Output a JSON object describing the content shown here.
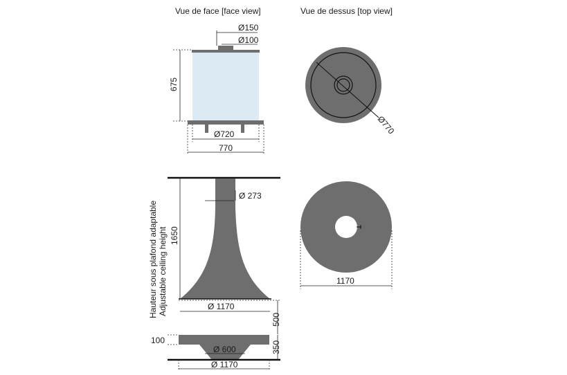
{
  "titles": {
    "front": "Vue de face [face view]",
    "top": "Vue de dessus [top view]"
  },
  "front_view": {
    "dim_pipe_outer": "Ø150",
    "dim_pipe_inner": "Ø100",
    "dim_height": "675",
    "dim_inner_width": "Ø720",
    "dim_outer_width": "770"
  },
  "top_view_small": {
    "dim_diameter": "Ø770"
  },
  "hood_view": {
    "dim_flue": "Ø 273",
    "dim_height": "1650",
    "dim_base": "Ø 1170",
    "ceiling_label_fr": "Hauteur sous plafond adaptable",
    "ceiling_label_en": "Adjustable ceiling height",
    "dim_gap": "500",
    "dim_tray_thickness": "100",
    "dim_tray_height": "350",
    "dim_bowl": "Ø 600",
    "dim_tray_base": "Ø 1170"
  },
  "top_view_large": {
    "dim_diameter": "1170"
  },
  "colors": {
    "metal": "#6e6e6e",
    "glass": "#dbeaf3",
    "line": "#222222"
  }
}
